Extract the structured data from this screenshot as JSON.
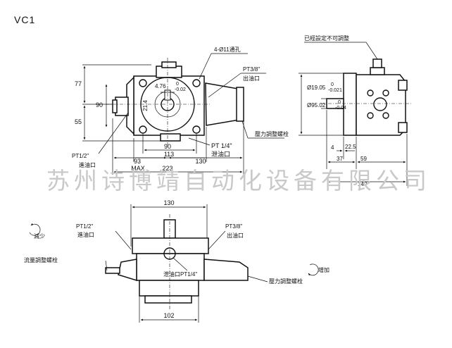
{
  "model": "VC1",
  "watermark": "苏州诗博靖自动化设备有限公司",
  "front_view": {
    "note_holes": "4-Ø11通孔",
    "outlet_size": "PT3/8\"",
    "outlet_label": "出油口",
    "drain_size": "PT 1/4\"",
    "drain_label": "泄油口",
    "pressure_screw": "壓力調整螺栓",
    "inlet_size": "PT1/2\"",
    "inlet_label": "進油口",
    "dim_77": "77",
    "dim_90_left": "90",
    "dim_55": "55",
    "dim_476": "4.76",
    "tol_476_upper": "0",
    "tol_476_lower": "-0.02",
    "dim_214": "21.4",
    "dim_90_bottom": "90",
    "dim_93": "93",
    "dim_113": "113",
    "dim_130": "130",
    "dim_max_label": "MAX",
    "dim_223": "223"
  },
  "side_view": {
    "fixed_note": "已經設定不可調整",
    "dim_1905": "Ø19.05",
    "tol_1905_upper": "0",
    "tol_1905_lower": "-0.021",
    "dim_9502": "Ø95.02",
    "tol_9502_upper": "0",
    "tol_9502_lower": "-0.04",
    "dim_4": "4",
    "dim_225": "22.5",
    "dim_37": "37",
    "dim_59": "59",
    "dim_149": "149"
  },
  "top_view": {
    "dim_130": "130",
    "inlet_size": "PT1/2\"",
    "inlet_label": "進油口",
    "outlet_size": "PT3/8\"",
    "outlet_label": "出油口",
    "flow_screw": "流量調整螺栓",
    "drain_label": "泄油口PT1/4\"",
    "pressure_screw": "壓力調整螺栓",
    "dim_102": "102",
    "decrease": "減少",
    "increase": "增加"
  }
}
